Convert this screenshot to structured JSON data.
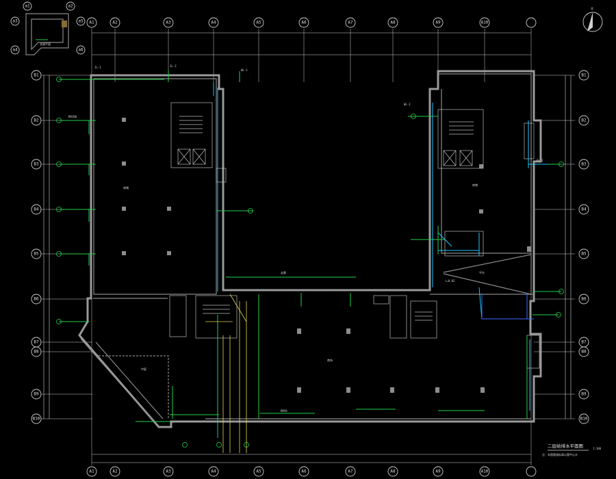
{
  "drawing": {
    "title": "二层给排水平面图",
    "subtitle": "注：本图管道标高以管中心计",
    "scale": "1:100",
    "north_label": "北"
  },
  "axes": {
    "top": [
      "A1",
      "A2",
      "A3",
      "A4",
      "A5",
      "A6",
      "A7",
      "A8",
      "A9",
      "A10"
    ],
    "bottom": [
      "A1",
      "A2",
      "A3",
      "A4",
      "A5",
      "A6",
      "A7",
      "A8",
      "A9",
      "A10"
    ],
    "left": [
      "B1",
      "B2",
      "B3",
      "B4",
      "B5",
      "B6",
      "B7",
      "B8",
      "B9",
      "B10"
    ],
    "right": [
      "B1",
      "B2",
      "B3",
      "B4",
      "B5",
      "B6",
      "B7",
      "B8",
      "B9",
      "B10"
    ]
  },
  "key_plan": {
    "label": "关键平面",
    "axes": [
      "a1",
      "a2",
      "a3",
      "a4",
      "a5",
      "a6"
    ]
  },
  "rooms": [
    {
      "name": "商铺"
    },
    {
      "name": "商铺"
    },
    {
      "name": "中庭"
    },
    {
      "name": "走廊"
    },
    {
      "name": "商场"
    },
    {
      "name": "平台"
    }
  ],
  "pipe_labels": [
    "JL-1",
    "JL-2",
    "WL-1",
    "WL-2",
    "FL-1",
    "DN100",
    "DN50",
    "i=0.02"
  ],
  "colors": {
    "water_supply": "#22d24a",
    "drainage": "#1ec8ff",
    "fire": "#3a6dff",
    "waste": "#e6d84a",
    "wall": "#9a9a9a"
  }
}
